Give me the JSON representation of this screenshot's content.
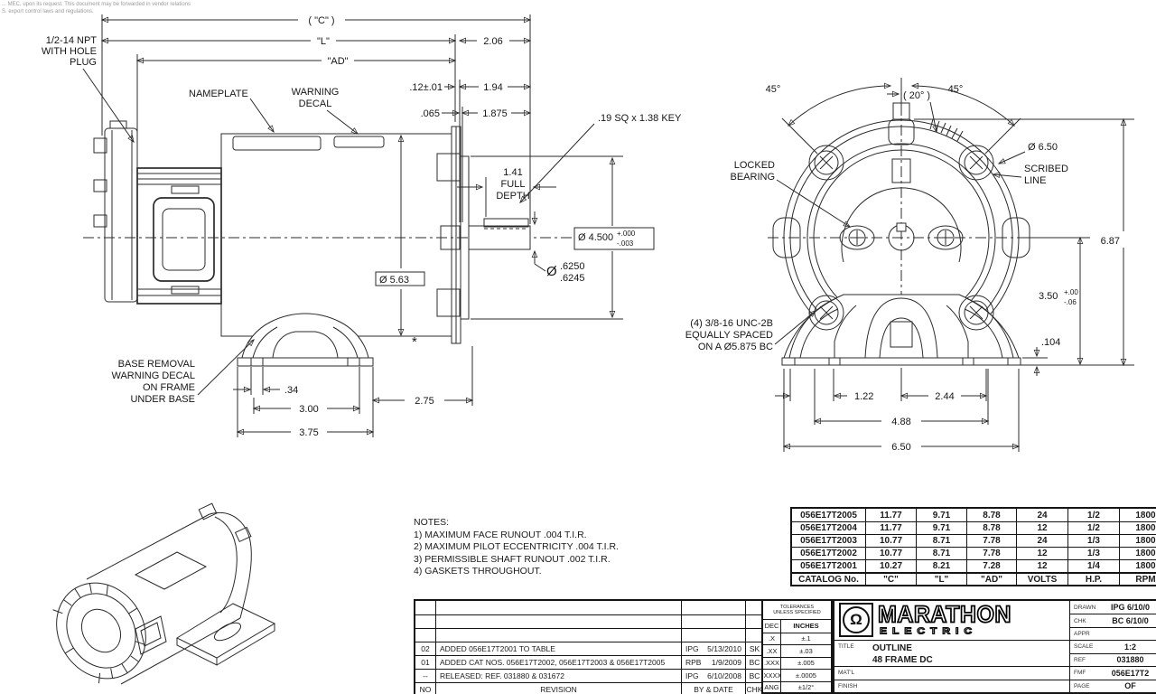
{
  "fine_print": {
    "line1": "... MEC, upon its request. This document may be forwarded in vendor relations",
    "line2": "S. export control laws and regulations."
  },
  "side_view": {
    "c": "( \"C\" )",
    "l": "\"L\"",
    "ad": "\"AD\"",
    "d206": "2.06",
    "d12": ".12±.01",
    "d194": "1.94",
    "d065": ".065",
    "d1875": "1.875",
    "key_note": ".19 SQ x 1.38 KEY",
    "fd1": "1.41",
    "fd2": "FULL",
    "fd3": "DEPTH",
    "d45": "Ø 4.500",
    "d45p": "+.000",
    "d45m": "-.003",
    "dia_sym": "Ø",
    "d6250": ".6250",
    "d6245": ".6245",
    "d563": "Ø 5.63",
    "d34": ".34",
    "d300": "3.00",
    "d375": "3.75",
    "d275": "2.75",
    "npt1": "1/2-14 NPT",
    "npt2": "WITH HOLE",
    "npt3": "PLUG",
    "nameplate": "NAMEPLATE",
    "warn1": "WARNING",
    "warn2": "DECAL",
    "base1": "BASE REMOVAL",
    "base2": "WARNING DECAL",
    "base3": "ON FRAME",
    "base4": "UNDER BASE",
    "star": "*"
  },
  "end_view": {
    "a45l": "45°",
    "a45r": "45°",
    "a20": "( 20° )",
    "d650dia": "Ø 6.50",
    "scr1": "SCRIBED",
    "scr2": "LINE",
    "lb1": "LOCKED",
    "lb2": "BEARING",
    "bn1": "(4) 3/8-16 UNC-2B",
    "bn2": "EQUALLY SPACED",
    "bn3": "ON A Ø5.875 BC",
    "d122": "1.22",
    "d244": "2.44",
    "d488": "4.88",
    "d650": "6.50",
    "d104": ".104",
    "d350": "3.50",
    "d350p": "+.00",
    "d350m": "-.06",
    "d687": "6.87"
  },
  "notes": {
    "title": "NOTES:",
    "items": [
      "1) MAXIMUM FACE RUNOUT .004 T.I.R.",
      "2) MAXIMUM PILOT ECCENTRICITY .004 T.I.R.",
      "3) PERMISSIBLE SHAFT RUNOUT .002 T.I.R.",
      "4) GASKETS THROUGHOUT."
    ]
  },
  "catalog_table": {
    "headers": [
      "CATALOG No.",
      "\"C\"",
      "\"L\"",
      "\"AD\"",
      "VOLTS",
      "H.P.",
      "RPM"
    ],
    "rows": [
      [
        "056E17T2005",
        "11.77",
        "9.71",
        "8.78",
        "24",
        "1/2",
        "1800"
      ],
      [
        "056E17T2004",
        "11.77",
        "9.71",
        "8.78",
        "12",
        "1/2",
        "1800"
      ],
      [
        "056E17T2003",
        "10.77",
        "8.71",
        "7.78",
        "24",
        "1/3",
        "1800"
      ],
      [
        "056E17T2002",
        "10.77",
        "8.71",
        "7.78",
        "12",
        "1/3",
        "1800"
      ],
      [
        "056E17T2001",
        "10.27",
        "8.21",
        "7.28",
        "12",
        "1/4",
        "1800"
      ]
    ]
  },
  "revision_table": {
    "rows": [
      {
        "no": "02",
        "text": "ADDED 056E17T2001 TO TABLE",
        "by": "IPG",
        "date": "5/13/2010",
        "chk": "SK"
      },
      {
        "no": "01",
        "text": "ADDED CAT NOS. 056E17T2002, 056E17T2003 & 056E17T2005",
        "by": "RPB",
        "date": "1/9/2009",
        "chk": "BC"
      },
      {
        "no": "--",
        "text": "RELEASED: REF. 031880 & 031672",
        "by": "IPG",
        "date": "6/10/2008",
        "chk": "BC"
      }
    ],
    "footer": {
      "no": "NO",
      "text": "REVISION",
      "by_date": "BY & DATE",
      "chk": "CHK"
    }
  },
  "tolerance_block": {
    "header1": "TOLERANCES",
    "header2": "UNLESS SPECIFIED",
    "col_dec": "DEC",
    "col_inches": "INCHES",
    "rows": [
      {
        "dec": ".X",
        "tol": "±.1"
      },
      {
        "dec": ".XX",
        "tol": "±.03"
      },
      {
        "dec": ".XXX",
        "tol": "±.005"
      },
      {
        "dec": ".XXXX",
        "tol": "±.0005"
      },
      {
        "dec": "ANG",
        "tol": "±1/2°"
      }
    ]
  },
  "title_block": {
    "brand_symbol": "Ω",
    "brand_line1": "MARATHON",
    "brand_line2": "ELECTRIC",
    "title_label": "TITLE",
    "title_value": "OUTLINE",
    "title_value2": "48 FRAME DC",
    "matl_label": "MAT'L",
    "finish_label": "FINISH",
    "drawn_label": "DRAWN",
    "drawn_value": "IPG 6/10/0",
    "chk_label": "CHK",
    "chk_value": "BC 6/10/0",
    "appr_label": "APPR",
    "appr_value": "",
    "scale_label": "SCALE",
    "scale_value": "1:2",
    "ref_label": "REF",
    "ref_value": "031880",
    "fmf_label": "FMF",
    "fmf_value": "056E17T2",
    "page_label": "PAGE",
    "of_label": "OF"
  }
}
